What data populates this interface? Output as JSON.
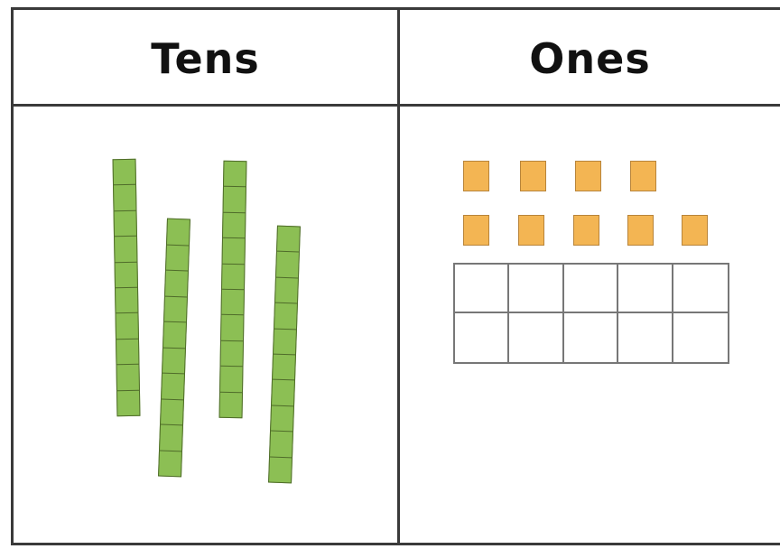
{
  "headers": {
    "tens": "Tens",
    "ones": "Ones"
  },
  "colors": {
    "rod_fill": "#8cbf54",
    "rod_stroke": "#4f6b2a",
    "cube_fill": "#f3b553",
    "cube_stroke": "#b8843a",
    "grid_line": "#3a3a3a",
    "ten_frame_line": "#777777"
  },
  "tens_rods": {
    "count": 4,
    "units_per_rod": 10
  },
  "ones_cubes": {
    "count": 9,
    "rows": [
      4,
      5
    ]
  },
  "ten_frame": {
    "rows": 2,
    "columns": 5,
    "filled": 0
  }
}
